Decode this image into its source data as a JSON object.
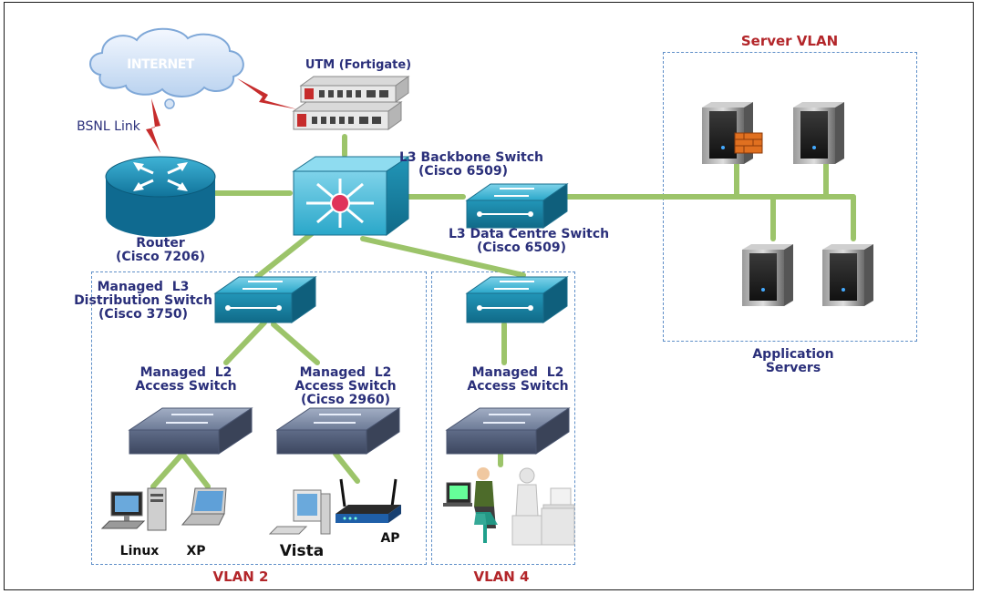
{
  "cloud": {
    "label": "INTERNET"
  },
  "link": {
    "label": "BSNL Link"
  },
  "utm": {
    "label": "UTM (Fortigate)"
  },
  "backbone": {
    "label": "L3 Backbone Switch\n(Cisco 6509)"
  },
  "router": {
    "label": "Router\n(Cisco 7206)"
  },
  "datacentre": {
    "label": "L3 Data Centre Switch\n(Cisco 6509)"
  },
  "distribution": {
    "label": "Managed  L3\nDistribution Switch\n(Cisco 3750)"
  },
  "access1": {
    "label": "Managed  L2\nAccess Switch"
  },
  "access2": {
    "label": "Managed  L2\nAccess Switch\n(Cicso 2960)"
  },
  "access3": {
    "label": "Managed  L2\nAccess Switch"
  },
  "server_vlan": {
    "label": "Server VLAN"
  },
  "app_servers": {
    "label": "Application\nServers"
  },
  "clients": {
    "linux": "Linux",
    "xp": "XP",
    "vista": "Vista",
    "ap": "AP"
  },
  "vlans": {
    "vlan2": "VLAN 2",
    "vlan4": "VLAN 4"
  },
  "colors": {
    "link_green": "#9cc46a",
    "label_blue": "#2a2f7a",
    "vlan_red": "#b3262a",
    "switch_teal": "#2aa7c9"
  }
}
